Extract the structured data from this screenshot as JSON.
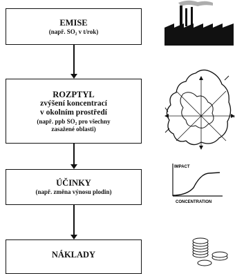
{
  "boxes": {
    "emise": {
      "title": "EMISE",
      "subtitle": "(např. SO₂ v t/rok)"
    },
    "rozptyl": {
      "title": "ROZPTYL",
      "line1": "zvýšení koncentrací",
      "line2": "v okolním prostředí",
      "subtitle1": "(např. ppb SO₂ pro všechny",
      "subtitle2": "zasažené oblasti)"
    },
    "ucinky": {
      "title": "ÚČINKY",
      "subtitle": "(např. změna výnosu plodin)"
    },
    "naklady": {
      "title": "NÁKLADY"
    }
  },
  "impact_chart": {
    "ylabel": "IMPACT",
    "xlabel": "CONCENTRATION"
  },
  "icons": [
    "factory-icon",
    "europe-map-icon",
    "impact-curve-icon",
    "coins-icon"
  ]
}
